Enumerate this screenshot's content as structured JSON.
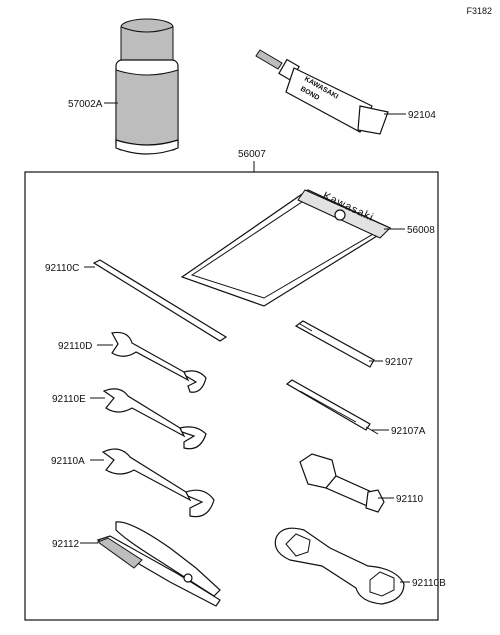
{
  "figure_code": "F3182",
  "parts": {
    "spray_can": "57002A",
    "bond_tube": "92104",
    "tool_kit": "56007",
    "tool_case": "56008",
    "bar": "92110C",
    "wrench_d": "92110D",
    "wrench_e": "92110E",
    "wrench_a": "92110A",
    "pliers": "92112",
    "screwdriver": "92107",
    "screwdriver_grip": "92107A",
    "plug_wrench": "92110",
    "ring_wrench": "92110B"
  },
  "tube_text": [
    "KAWASAKI",
    "BOND"
  ],
  "case_text": "Kawasaki"
}
